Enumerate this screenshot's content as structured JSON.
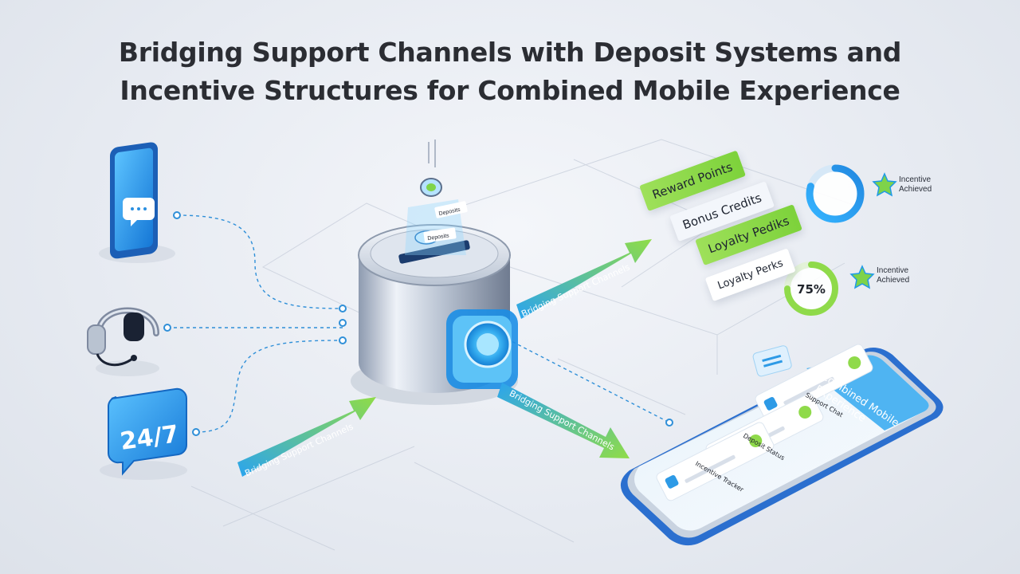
{
  "title": {
    "line1": "Bridging Support Channels with Deposit Systems and",
    "line2": "Incentive Structures for Combined Mobile Experience"
  },
  "channels": {
    "chat_icon": "chat-phone-icon",
    "headset_icon": "headset-icon",
    "support_247": "24/7"
  },
  "vault": {
    "coin_tag_1": "Deposits",
    "coin_tag_2": "Deposits"
  },
  "arrows": {
    "upper_label": "Bridging Support Channels",
    "lower_left_label": "Bridging Support Channels",
    "lower_right_label": "Bridging Support Channels"
  },
  "incentives": {
    "reward_points": "Reward Points",
    "bonus_credits": "Bonus Credits",
    "loyalty_pediks": "Loyalty Pediks",
    "loyalty_perks": "Loyalty Perks"
  },
  "rings": {
    "ring1_label_line1": "Incentive",
    "ring1_label_line2": "Achieved",
    "ring2_value": "75%",
    "ring2_label_line1": "Incentive",
    "ring2_label_line2": "Achieved"
  },
  "phone": {
    "header_line1": "Combined Mobile",
    "header_line2": "Experience",
    "row1": "Support Chat",
    "row2": "Deposit Status",
    "row3": "Incentive Tracker"
  },
  "colors": {
    "accent_blue": "#1e9be8",
    "accent_green": "#8fda4a",
    "dark_text": "#2b2d33"
  }
}
